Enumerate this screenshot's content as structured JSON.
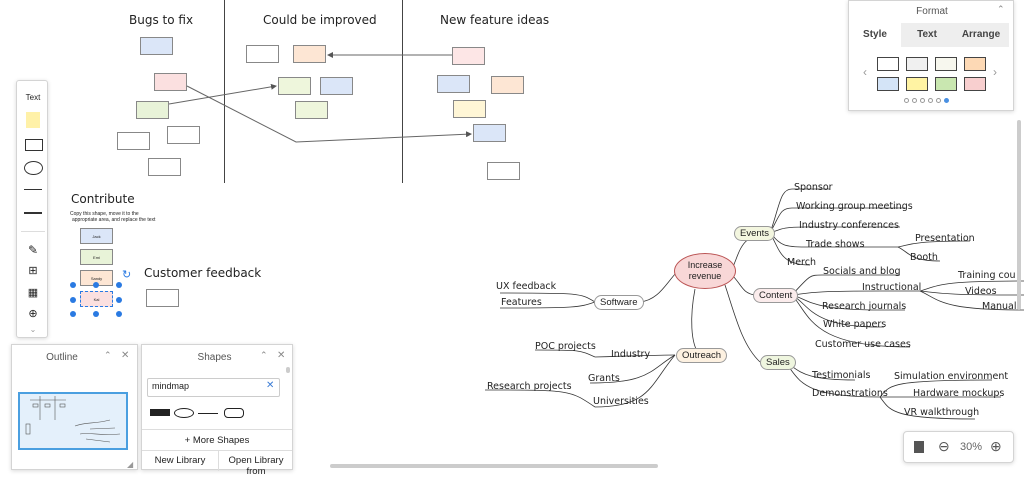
{
  "board": {
    "columns": [
      "Bugs to fix",
      "Could be improved",
      "New feature ideas"
    ],
    "contribute_title": "Contribute",
    "contribute_hint_1": "Copy this shape, move it to the",
    "contribute_hint_2": "appropriate area, and replace the text",
    "contribute_cards": [
      "Jack",
      "Emi",
      "Sandy",
      "Kal"
    ],
    "customer_feedback": "Customer feedback"
  },
  "mindmap": {
    "center": "Increase revenue",
    "branches": {
      "events": "Events",
      "content": "Content",
      "sales": "Sales",
      "software": "Software",
      "outreach": "Outreach"
    },
    "events_items": [
      "Sponsor",
      "Working group meetings",
      "Industry conferences",
      "Trade shows",
      "Merch"
    ],
    "trade_shows_items": [
      "Presentation",
      "Booth"
    ],
    "content_items": [
      "Socials and blog",
      "Instructional",
      "Research journals",
      "White papers",
      "Customer use cases"
    ],
    "instructional_items": [
      "Training cou",
      "Videos",
      "Manual"
    ],
    "sales_items": [
      "Testimonials",
      "Demonstrations"
    ],
    "demo_items": [
      "Simulation environment",
      "Hardware mockups",
      "VR walkthrough"
    ],
    "software_items": [
      "UX feedback",
      "Features"
    ],
    "outreach_items": [
      "Industry",
      "Grants",
      "Universities"
    ],
    "industry_items": [
      "POC projects"
    ],
    "universities_items": [
      "Research projects"
    ]
  },
  "toolbar": {
    "text_label": "Text"
  },
  "format_panel": {
    "title": "Format",
    "tabs": [
      "Style",
      "Text",
      "Arrange"
    ],
    "swatches": [
      "#ffffff",
      "#f0f0f0",
      "#f7f7ee",
      "#fdd9b5",
      "#d4e4f7",
      "#fff3a3",
      "#c9e7b0",
      "#f8cfcf"
    ]
  },
  "outline_panel": {
    "title": "Outline"
  },
  "shapes_panel": {
    "title": "Shapes",
    "search_value": "mindmap",
    "more_shapes": "+ More Shapes",
    "new_library": "New Library",
    "open_library": "Open Library from"
  },
  "zoom": {
    "level": "30%"
  }
}
